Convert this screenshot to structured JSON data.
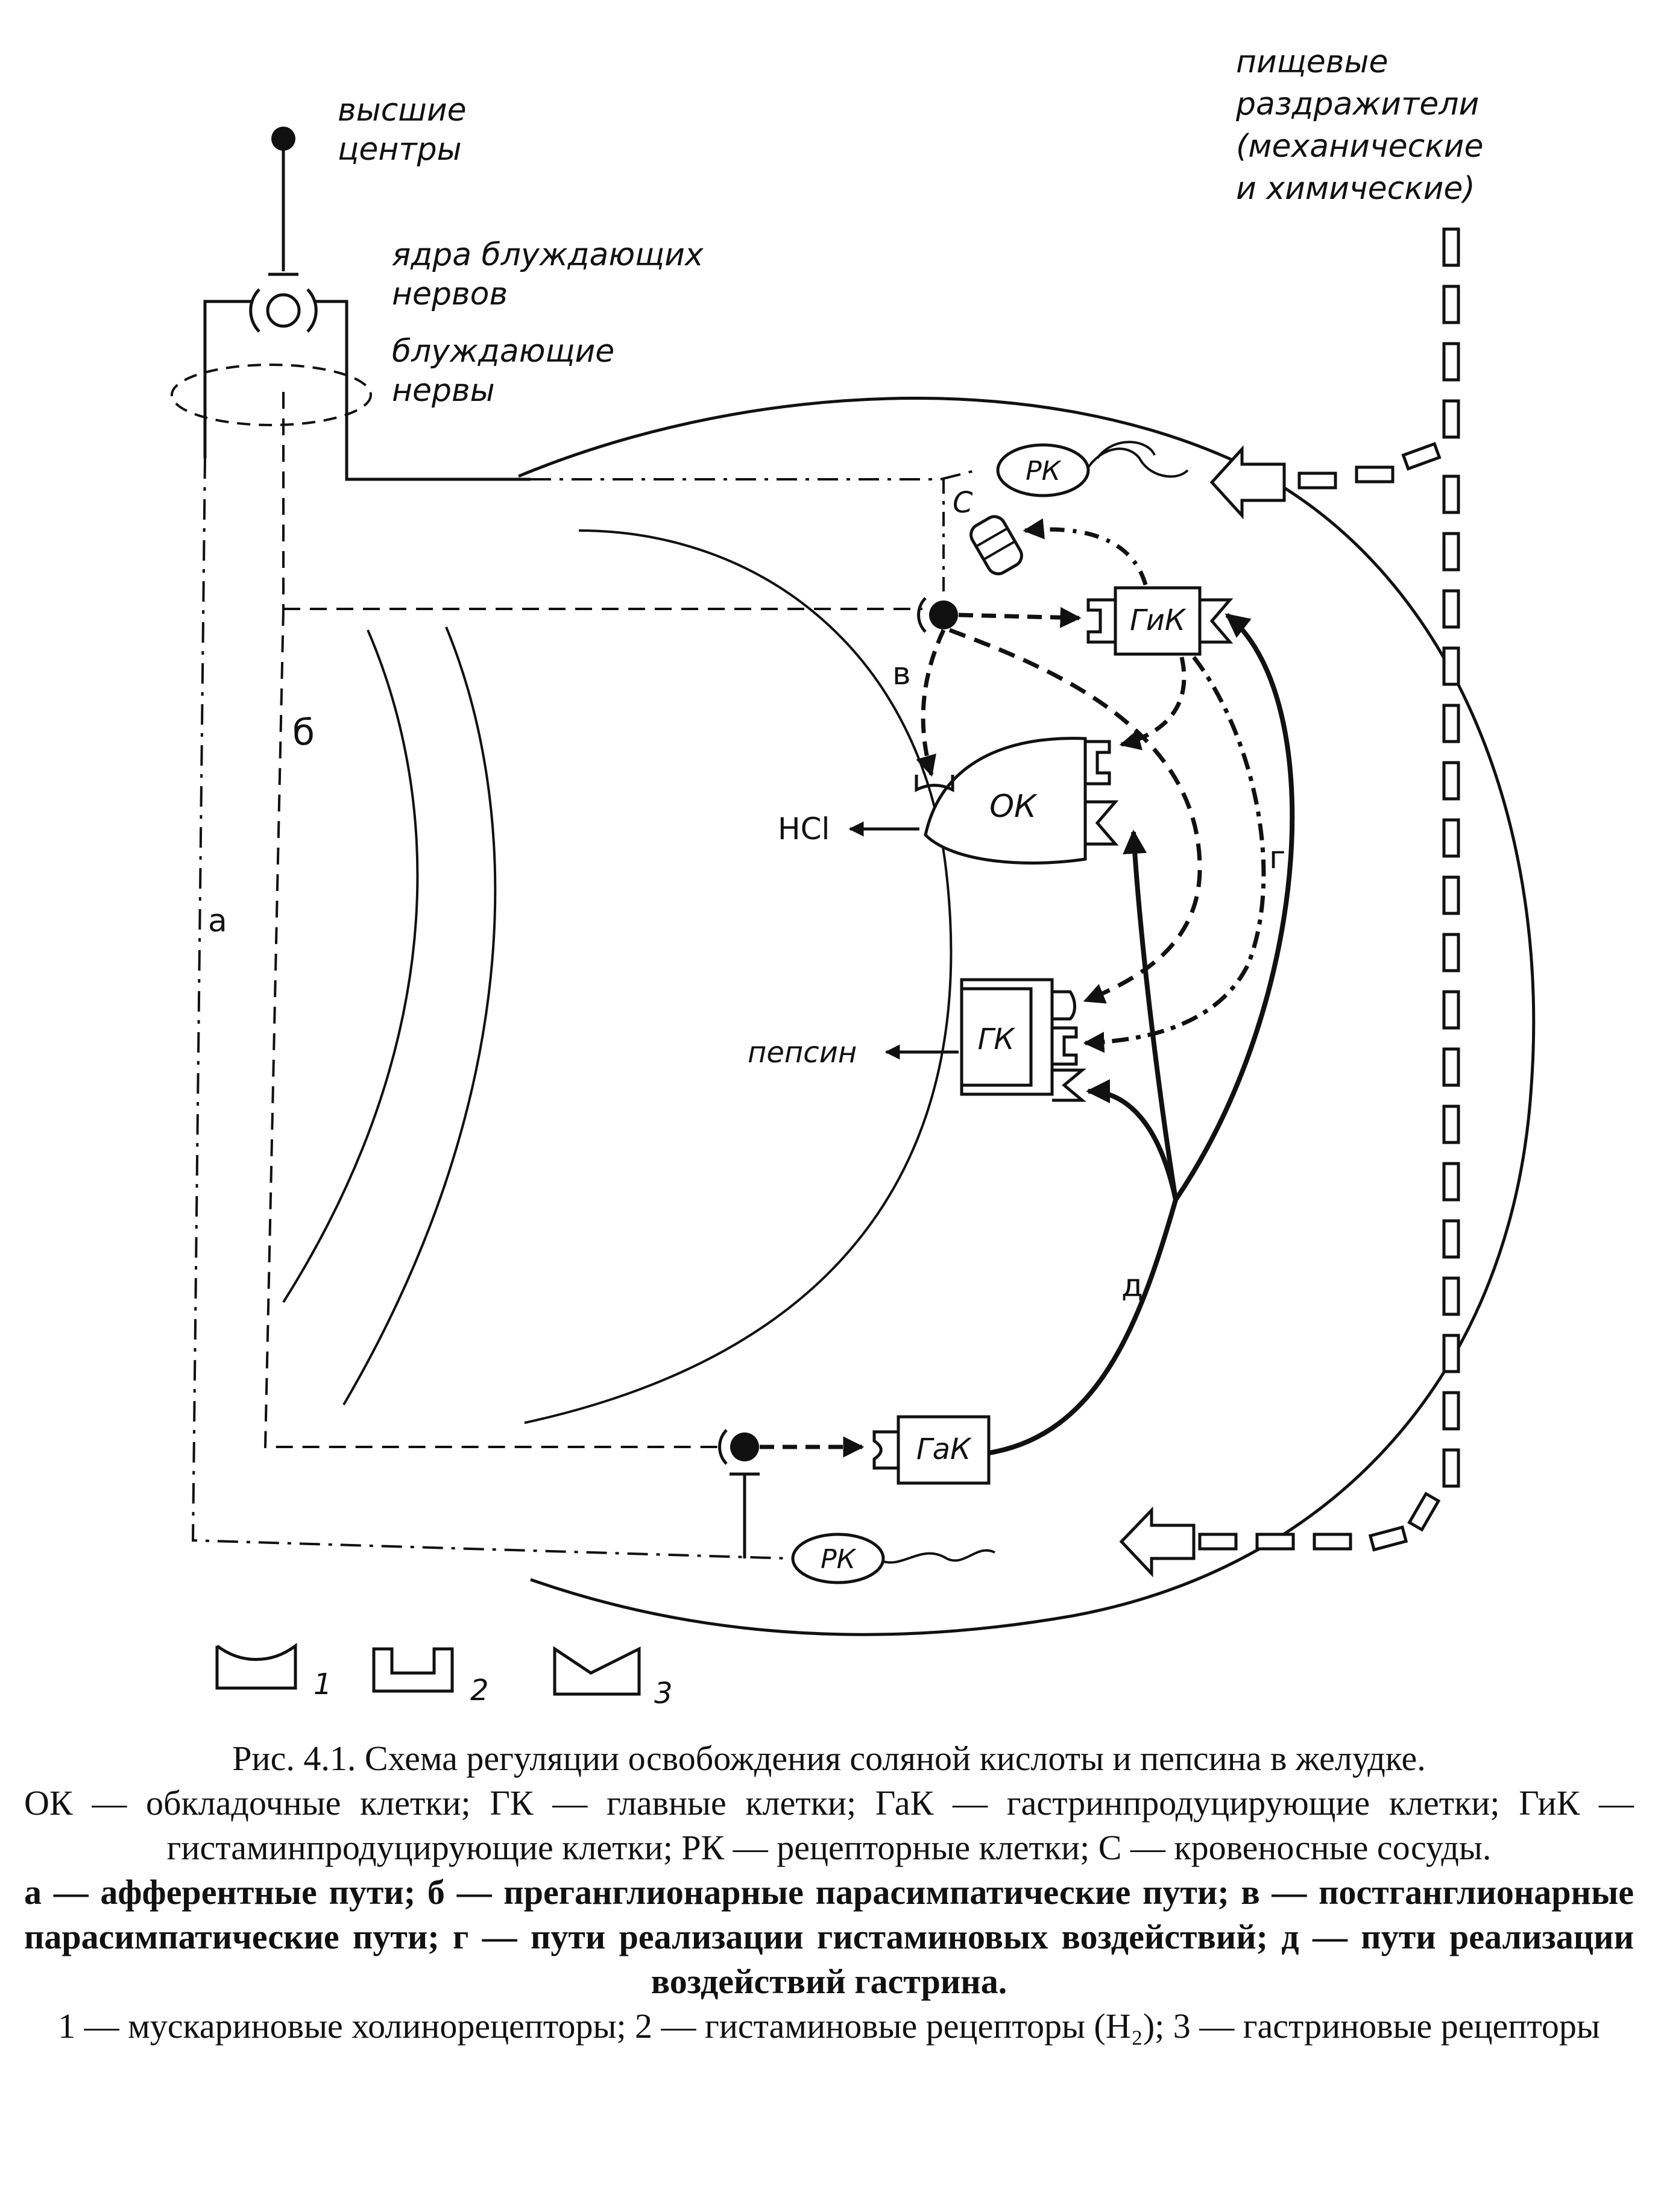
{
  "labels": {
    "higher_centers": [
      "высшие",
      "центры"
    ],
    "vagus_nuclei": [
      "ядра блуждающих",
      "нервов"
    ],
    "vagus_nerves": [
      "блуждающие",
      "нервы"
    ],
    "food_stimuli": [
      "пищевые",
      "раздражители",
      "(механические",
      "и химические)"
    ],
    "rk_top": "РК",
    "rk_bottom": "РК",
    "vessel": "С",
    "gik": "ГиК",
    "ok": "ОК",
    "gk": "ГК",
    "gak": "ГаК",
    "hcl": "HCl",
    "pepsin": "пепсин",
    "path_a": "а",
    "path_b": "б",
    "path_v": "в",
    "path_g": "г",
    "path_d": "д"
  },
  "legend": [
    {
      "symbol": "muscarinic-receptor",
      "number": "1"
    },
    {
      "symbol": "histamine-receptor",
      "number": "2"
    },
    {
      "symbol": "gastrin-receptor",
      "number": "3"
    }
  ],
  "caption": {
    "title": "Рис. 4.1. Схема регуляции освобождения соляной кислоты и пепсина в желудке.",
    "abbrev": "ОК — обкладочные клетки; ГК — главные клетки; ГаК — гастринпродуцирующие клетки; ГиК — гистаминпродуцирующие клетки; РК — рецепторные клетки; С — кровеносные сосуды.",
    "paths": "а — афферентные пути; б — преганглионарные парасимпатические пути; в — постганглионарные парасимпатические пути; г — пути реализации гистаминовых воздействий; д — пути реализации воздействий гастрина.",
    "receptors": "1 — мускариновые холинорецепторы; 2 — гистаминовые рецепторы (H₂); 3 — гастриновые рецепторы"
  },
  "colors": {
    "ink": "#111111",
    "paper": "#ffffff"
  }
}
